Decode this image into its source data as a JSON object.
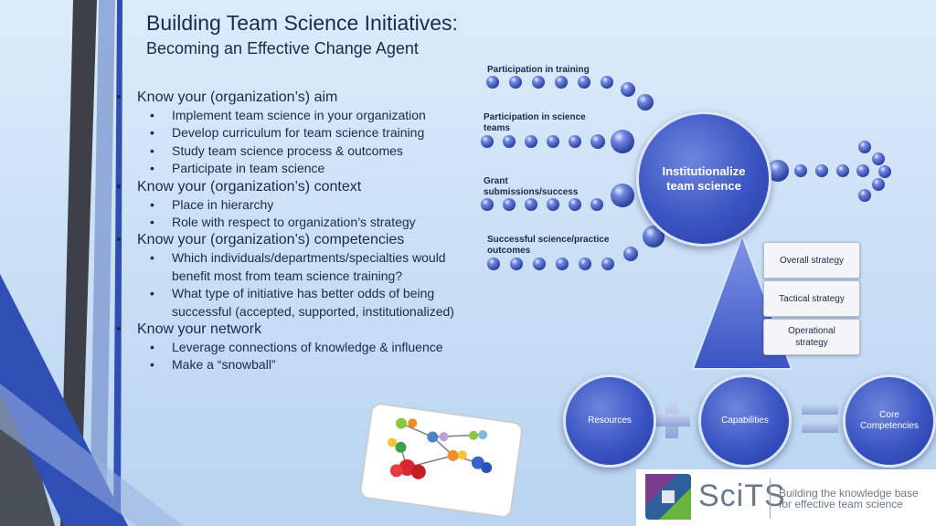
{
  "header": {
    "title": "Building Team Science Initiatives:",
    "subtitle": "Becoming an Effective Change Agent"
  },
  "bullets": [
    {
      "text": "Know your (organization’s) aim",
      "sub": [
        "Implement team science in your organization",
        "Develop curriculum for team science training",
        "Study team science process & outcomes",
        "Participate in team science"
      ]
    },
    {
      "text": "Know your (organization’s) context",
      "sub": [
        "Place in hierarchy",
        "Role with respect to organization’s strategy"
      ]
    },
    {
      "text": "Know your (organization’s) competencies",
      "sub": [
        "Which individuals/departments/specialties would benefit most from team science training?",
        "What type of initiative has better odds of being successful (accepted, supported, institutionalized)"
      ]
    },
    {
      "text": "Know your network",
      "sub": [
        "Leverage connections of knowledge & influence",
        "Make a “snowball”"
      ]
    }
  ],
  "diagram": {
    "inputs": [
      "Participation in training",
      "Participation in science teams",
      "Grant submissions/success",
      "Successful science/practice outcomes"
    ],
    "center": "Institutionalize team science",
    "tiers": [
      "Overall strategy",
      "Tactical strategy",
      "Operational strategy"
    ],
    "equation": [
      "Resources",
      "Capabilities",
      "Core Competencies"
    ]
  },
  "logo": {
    "name": "SciTS",
    "tagline_1": "Building the knowledge base",
    "tagline_2": "for effective team science"
  },
  "colors": {
    "accent": "#3a54c2",
    "text": "#1b2a48",
    "stripe_dark": "#3d4048",
    "stripe_blue": "#2f4fb5"
  }
}
